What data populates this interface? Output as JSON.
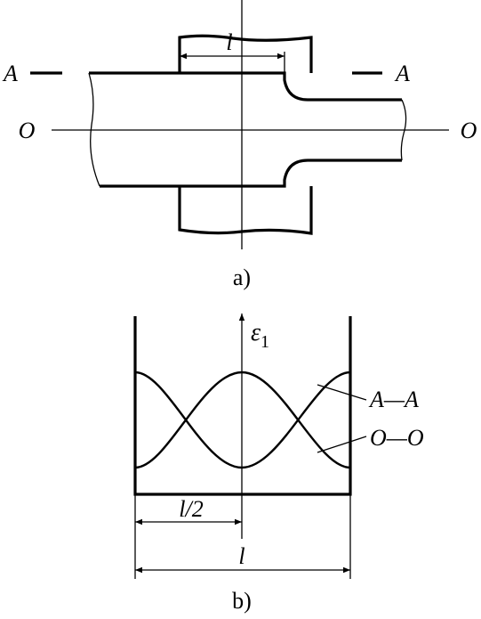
{
  "figure_a": {
    "dimension_label": "l",
    "section_label_left": "A",
    "section_label_right": "A",
    "axis_label_left": "O",
    "axis_label_right": "O",
    "caption": "a)"
  },
  "figure_b": {
    "axis_label_symbol": "ε",
    "axis_label_subscript": "1",
    "curve_labels": {
      "aa": "A—A",
      "oo": "O—O"
    },
    "half_span_label": "l/2",
    "full_span_label": "l",
    "caption": "b)"
  }
}
